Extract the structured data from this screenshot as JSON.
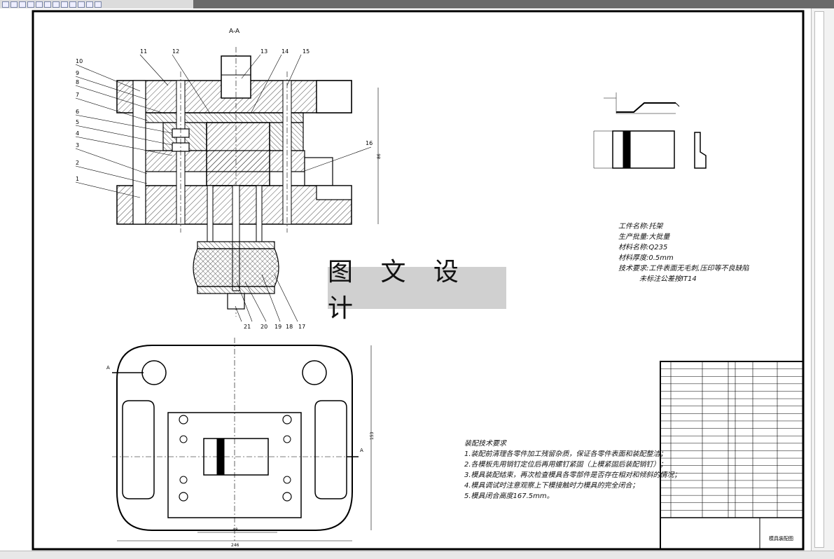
{
  "toolbar": {
    "icons": [
      "new-icon",
      "open-icon",
      "save-icon",
      "print-icon",
      "zoom-icon",
      "pan-icon",
      "layer-icon",
      "grid-icon",
      "snap-icon",
      "measure-icon",
      "cut-icon",
      "help-icon"
    ]
  },
  "drawing": {
    "section_label": "A-A",
    "view_marker": "A",
    "part_numbers": [
      "1",
      "2",
      "3",
      "4",
      "5",
      "6",
      "7",
      "8",
      "9",
      "10",
      "11",
      "12",
      "13",
      "14",
      "15",
      "16",
      "17",
      "18",
      "19",
      "20",
      "21"
    ],
    "dim_width": "246",
    "dim_inner": "48",
    "dim_height": "153",
    "dim_side": "86"
  },
  "watermark": "图 文 设 计",
  "specs": {
    "name": "工件名称:托架",
    "volume": "生产批量:大批量",
    "material": "材料名称:Q235",
    "thickness": "材料厚度:0.5mm",
    "req1": "技术要求:工件表面无毛刺,压印等不良缺陷",
    "req2": "未标注公差按IT14"
  },
  "notes": {
    "title": "装配技术要求",
    "items": [
      "1.装配前清理各零件加工残留杂质，保证各零件表面和装配整洁；",
      "2.各模板先用销钉定位后再用螺钉紧固（上模紧固后装配销钉）；",
      "3.模具装配结束，再次检查模具各零部件是否存在相对和倾斜的情况；",
      "4.模具调试时注意观察上下模接触时力模具的完全闭合；",
      "5.模具闭合高度167.5mm。"
    ]
  },
  "title_block": {
    "title": "模具装配图"
  }
}
